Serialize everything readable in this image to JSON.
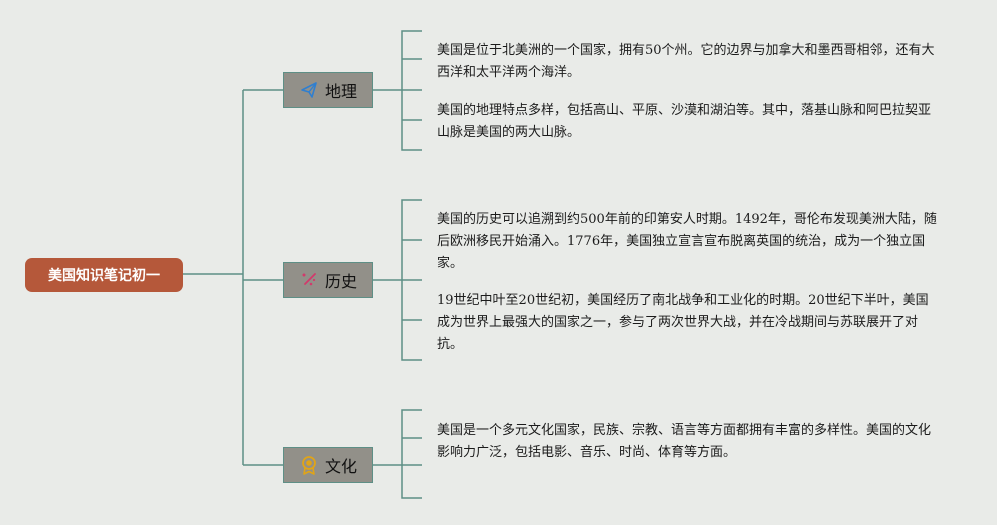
{
  "root": {
    "label": "美国知识笔记初一"
  },
  "topics": [
    {
      "label": "地理",
      "icon": "paper-plane-icon",
      "notes": [
        "美国是位于北美洲的一个国家，拥有50个州。它的边界与加拿大和墨西哥相邻，还有大西洋和太平洋两个海洋。",
        "美国的地理特点多样，包括高山、平原、沙漠和湖泊等。其中，落基山脉和阿巴拉契亚山脉是美国的两大山脉。"
      ]
    },
    {
      "label": "历史",
      "icon": "magic-wand-icon",
      "notes": [
        "美国的历史可以追溯到约500年前的印第安人时期。1492年，哥伦布发现美洲大陆，随后欧洲移民开始涌入。1776年，美国独立宣言宣布脱离英国的统治，成为一个独立国家。",
        "19世纪中叶至20世纪初，美国经历了南北战争和工业化的时期。20世纪下半叶，美国成为世界上最强大的国家之一，参与了两次世界大战，并在冷战期间与苏联展开了对抗。"
      ]
    },
    {
      "label": "文化",
      "icon": "award-medal-icon",
      "notes": [
        "美国是一个多元文化国家，民族、宗教、语言等方面都拥有丰富的多样性。美国的文化影响力广泛，包括电影、音乐、时尚、体育等方面。"
      ]
    }
  ],
  "colors": {
    "line": "#5e8f86",
    "root": "#b5583a",
    "topic": "#929089"
  }
}
